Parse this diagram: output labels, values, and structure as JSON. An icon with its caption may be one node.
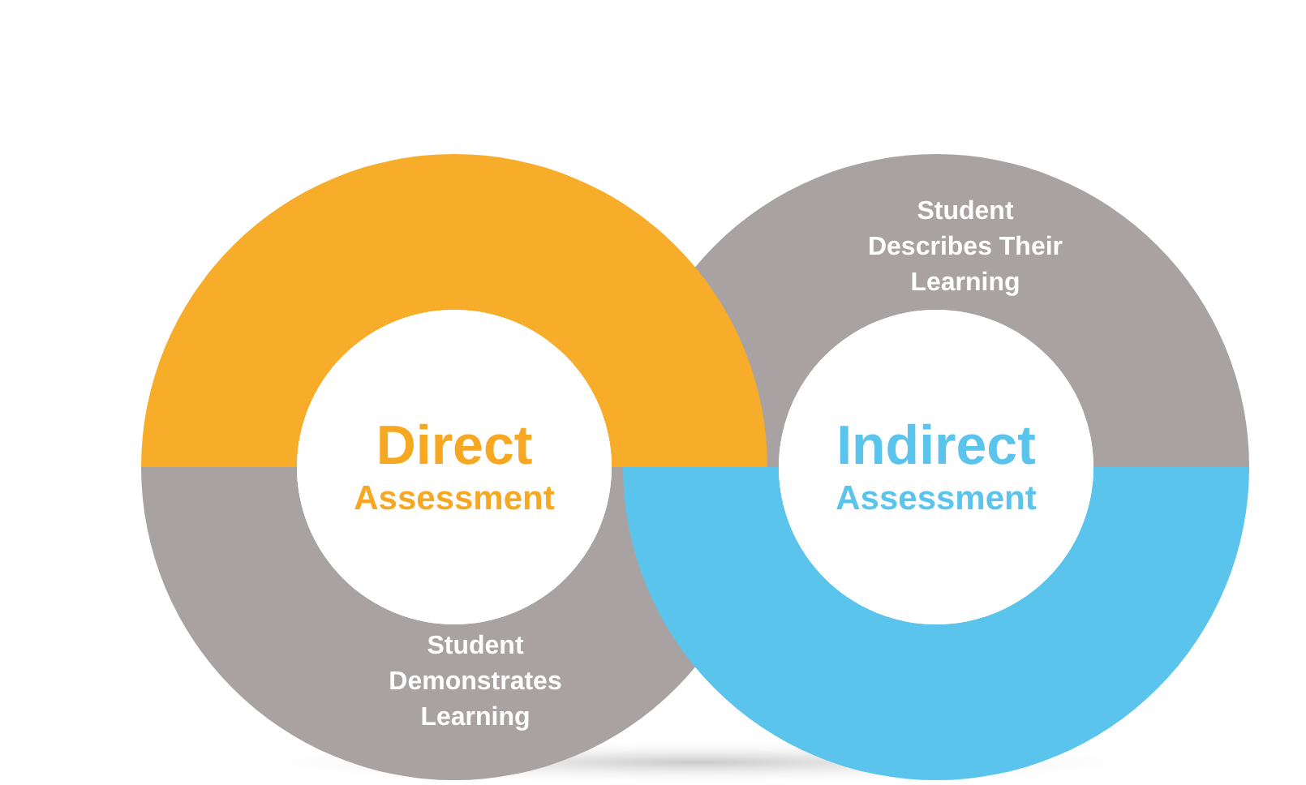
{
  "diagram": {
    "nodes": [
      {
        "text": [],
        "shape": "arc"
      },
      {
        "text": [
          "Student Describes Their Learning"
        ]
      },
      {
        "text": [
          "Direct",
          "Assessment"
        ]
      },
      {
        "text": [
          "Indirect",
          "Assessment"
        ]
      },
      {
        "text": [
          "Student Demonstrates Learning"
        ]
      },
      {
        "text": [],
        "shape": "arc"
      }
    ]
  }
}
